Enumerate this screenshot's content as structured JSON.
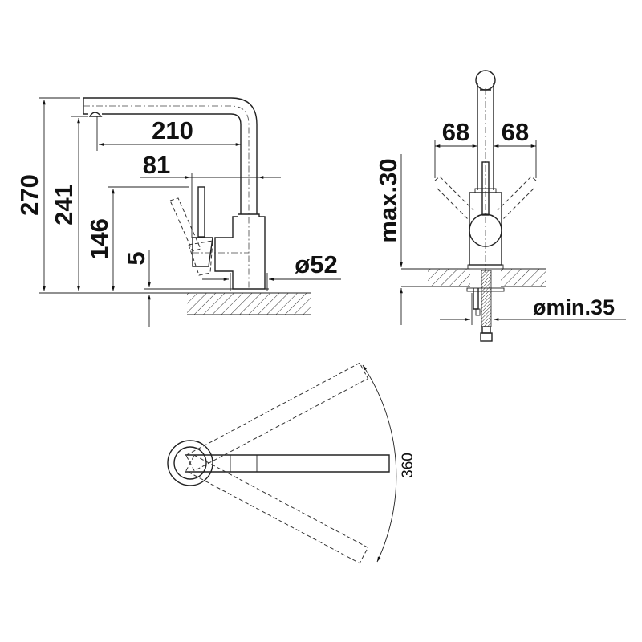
{
  "side_view": {
    "dim_total_height": "270",
    "dim_spout_height": "241",
    "dim_lever_height": "146",
    "dim_base_offset": "5",
    "dim_spout_reach": "210",
    "dim_lever_reach": "81",
    "dim_base_diameter": "ø52"
  },
  "front_view": {
    "dim_lever_left": "68",
    "dim_lever_right": "68",
    "dim_counter_thickness": "max.30",
    "dim_hole_diameter": "ømin.35"
  },
  "top_view": {
    "dim_swivel": "360"
  }
}
